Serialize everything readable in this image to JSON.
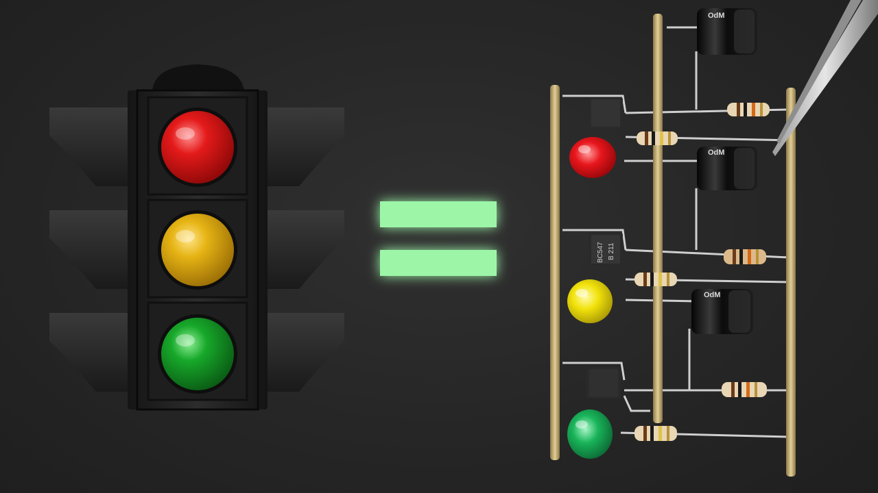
{
  "scene": {
    "background": "#262626",
    "left": {
      "object": "traffic-light",
      "lamps": [
        {
          "color": "red",
          "hex": "#e41a1a"
        },
        {
          "color": "yellow",
          "hex": "#e6b414"
        },
        {
          "color": "green",
          "hex": "#17a82a"
        }
      ]
    },
    "middle": {
      "symbol": "equals",
      "color": "#9df5a8",
      "glow": "#2ee35a"
    },
    "right": {
      "object": "led-traffic-light-circuit",
      "leds": [
        {
          "color": "red",
          "hex": "#e8161c"
        },
        {
          "color": "yellow",
          "hex": "#f2e30c"
        },
        {
          "color": "green",
          "hex": "#19b45a"
        }
      ],
      "transistor_markings": [
        {
          "line1": "BC547",
          "line2": "B 211"
        }
      ],
      "capacitor_markings": [
        "OdM",
        "OdM",
        "OdM"
      ]
    }
  }
}
